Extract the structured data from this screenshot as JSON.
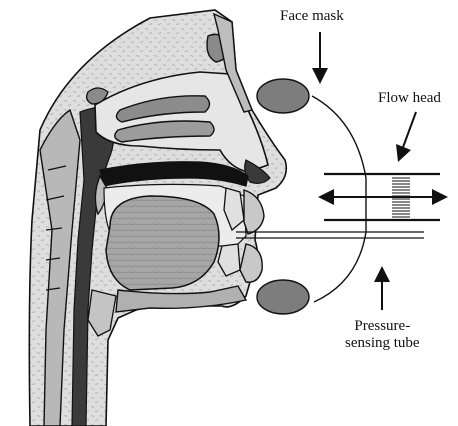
{
  "labels": {
    "face_mask": "Face mask",
    "flow_head": "Flow head",
    "pressure_line1": "Pressure-",
    "pressure_line2": "sensing tube"
  },
  "colors": {
    "ink": "#111111",
    "bone": "#b4b4b4",
    "soft_tissue": "#cfcfcf",
    "airway_dark": "#3a3a3a",
    "tongue": "#9a9a9a",
    "mask_seal": "#7d7d7d"
  }
}
